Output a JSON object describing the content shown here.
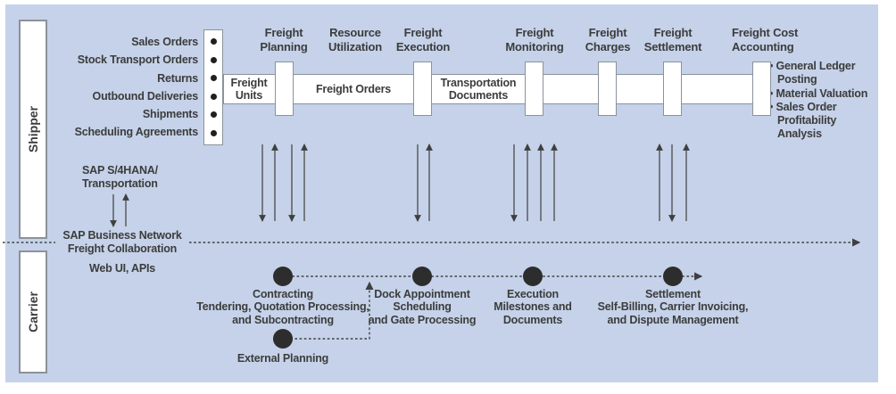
{
  "colors": {
    "panel_bg": "#c5d2e9",
    "text": "#3c3c3c",
    "line": "#3f3f3f",
    "node_fill": "#2d2d2d",
    "box_border": "#8b929c",
    "box_fill": "#ffffff"
  },
  "lanes": {
    "shipper": "Shipper",
    "carrier": "Carrier"
  },
  "shipper_inputs": [
    "Sales Orders",
    "Stock Transport Orders",
    "Returns",
    "Outbound Deliveries",
    "Shipments",
    "Scheduling Agreements"
  ],
  "platform": {
    "s4hana": "SAP S/4HANA/\nTransportation",
    "business_network": "SAP Business Network\nFreight Collaboration",
    "web_ui": "Web UI, APIs"
  },
  "phases": [
    {
      "label": "Freight\nPlanning"
    },
    {
      "label": "Resource\nUtilization"
    },
    {
      "label": "Freight\nExecution"
    },
    {
      "label": "Freight\nMonitoring"
    },
    {
      "label": "Freight\nCharges"
    },
    {
      "label": "Freight\nSettlement"
    },
    {
      "label": "Freight Cost\nAccounting"
    }
  ],
  "document_band": {
    "freight_units": "Freight\nUnits",
    "freight_orders": "Freight Orders",
    "transportation_documents": "Transportation\nDocuments"
  },
  "financial_outputs": [
    "General Ledger\nPosting",
    "Material Valuation",
    "Sales Order\nProfitability\nAnalysis"
  ],
  "carrier_nodes": [
    {
      "label": "Contracting\nTendering, Quotation Processing,\nand Subcontracting"
    },
    {
      "label": "Dock Appointment\nScheduling\nand Gate Processing"
    },
    {
      "label": "Execution\nMilestones and\nDocuments"
    },
    {
      "label": "Settlement\nSelf-Billing, Carrier Invoicing,\nand Dispute Management"
    },
    {
      "label": "External Planning"
    }
  ]
}
